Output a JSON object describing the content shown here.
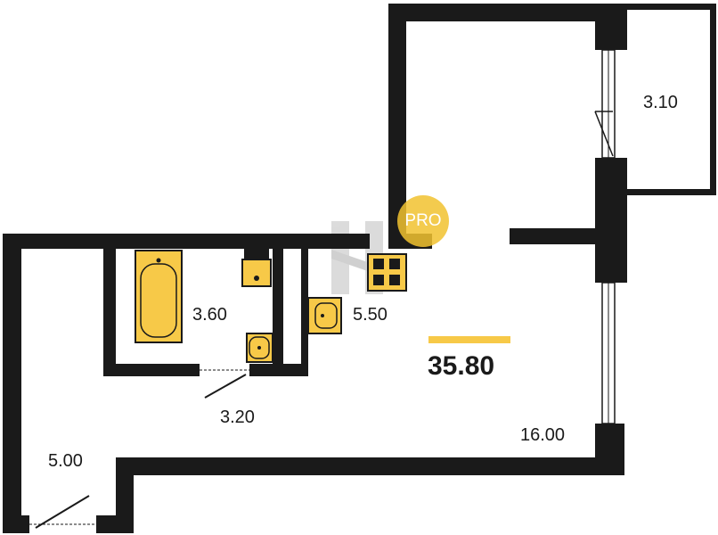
{
  "plan": {
    "total_area": "35.80",
    "rooms": {
      "balcony": "3.10",
      "bathroom": "3.60",
      "kitchen": "5.50",
      "corridor": "3.20",
      "hall": "5.00",
      "living": "16.00"
    },
    "badge": "PRO"
  },
  "colors": {
    "wall": "#1a1a1a",
    "fixture_fill": "#f7c948",
    "accent_bar": "#f7c948",
    "badge": "#f2c230"
  },
  "icons": {
    "bathtub": "bathtub-icon",
    "toilet": "toilet-icon",
    "sink": "sink-icon",
    "stove": "stove-icon",
    "door": "door-swing-icon",
    "window": "window-icon",
    "watermark": "brand-watermark-icon"
  }
}
